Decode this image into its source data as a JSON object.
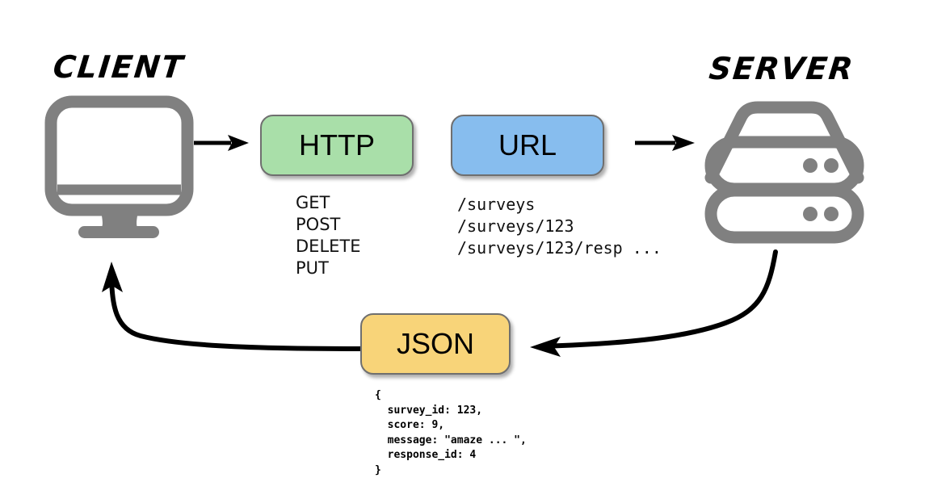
{
  "diagram": {
    "title_client": "CLIENT",
    "title_server": "SERVER",
    "colors": {
      "http_fill": "#a9dfa9",
      "url_fill": "#87bdee",
      "json_fill": "#f8d479",
      "box_border": "#6f6f6f",
      "icon_gray": "#808080",
      "arrow_black": "#000000",
      "text_black": "#111111",
      "background": "#ffffff"
    }
  },
  "client": {
    "label": "CLIENT",
    "icon": "desktop-monitor-icon"
  },
  "server": {
    "label": "SERVER",
    "icon": "server-rack-icon"
  },
  "http": {
    "label": "HTTP",
    "methods": [
      "GET",
      "POST",
      "DELETE",
      "PUT"
    ],
    "methods_text": "GET\nPOST\nDELETE\nPUT"
  },
  "url": {
    "label": "URL",
    "endpoints": [
      "/surveys",
      "/surveys/123",
      "/surveys/123/resp ..."
    ],
    "endpoints_text": "/surveys\n/surveys/123\n/surveys/123/resp ..."
  },
  "json": {
    "label": "JSON",
    "payload_lines": [
      "{",
      "  survey_id: 123,",
      "  score: 9,",
      "  message: \"amaze ... \",",
      "  response_id: 4",
      "}"
    ],
    "payload_text": "{\n  survey_id: 123,\n  score: 9,\n  message: \"amaze ... \",\n  response_id: 4\n}"
  },
  "arrows": {
    "client_to_http": "arrow-right-icon",
    "url_to_server": "arrow-right-icon",
    "server_to_json": "curved-arrow-left-icon",
    "json_to_client": "curved-arrow-up-left-icon"
  }
}
